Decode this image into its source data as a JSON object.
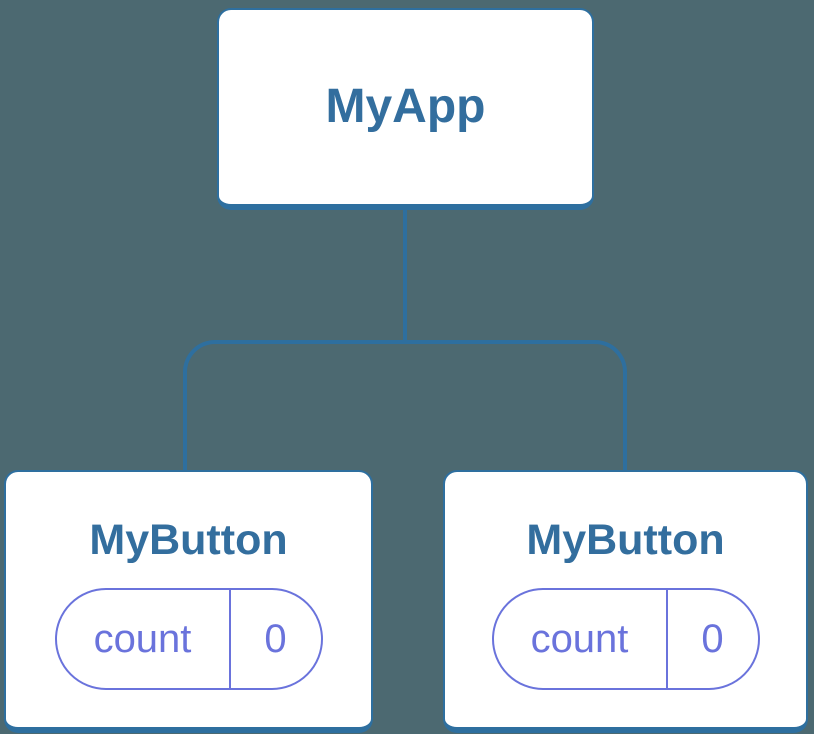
{
  "diagram": {
    "description": "Component tree diagram: parent component with two child components holding independent state",
    "root": {
      "label": "MyApp"
    },
    "children": [
      {
        "label": "MyButton",
        "state_pill": {
          "name": "count",
          "value": "0"
        }
      },
      {
        "label": "MyButton",
        "state_pill": {
          "name": "count",
          "value": "0"
        }
      }
    ],
    "colors": {
      "background": "#4c6971",
      "node_background": "#ffffff",
      "node_border": "#2e6f9f",
      "node_label_text": "#336e9e",
      "connector_line": "#2e6f9f",
      "state_pill_accent": "#6a73dc"
    }
  }
}
